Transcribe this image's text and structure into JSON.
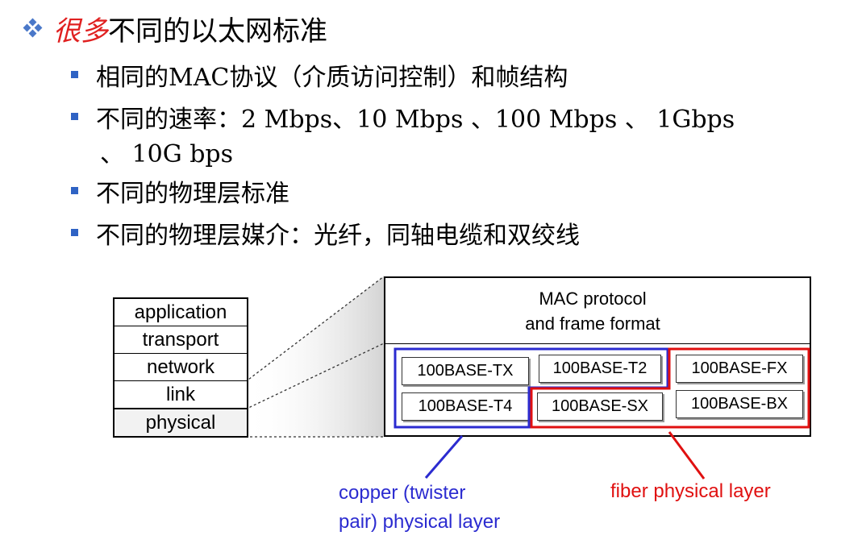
{
  "slide": {
    "heading": {
      "emphasis": "很多",
      "rest": "不同的以太网标准"
    },
    "bullets": [
      "相同的MAC协议（介质访问控制）和帧结构",
      "不同的速率：2 Mbps、10 Mbps 、100 Mbps 、 1Gbps",
      "不同的物理层标准",
      "不同的物理层媒介：光纤，同轴电缆和双绞线"
    ],
    "bullet_continuation": "、 10G bps"
  },
  "diagram": {
    "stack_layers": [
      "application",
      "transport",
      "network",
      "link",
      "physical"
    ],
    "mac_title_line1": "MAC protocol",
    "mac_title_line2": "and frame format",
    "standards": {
      "tx": "100BASE-TX",
      "t2": "100BASE-T2",
      "fx": "100BASE-FX",
      "t4": "100BASE-T4",
      "sx": "100BASE-SX",
      "bx": "100BASE-BX"
    },
    "copper_label_line1": "copper (twister",
    "copper_label_line2": "pair) physical layer",
    "fiber_label": "fiber physical layer",
    "colors": {
      "copper": "#2b2bd0",
      "fiber": "#e01010",
      "bullet": "#2f63c4",
      "emphasis": "#e02020"
    }
  }
}
